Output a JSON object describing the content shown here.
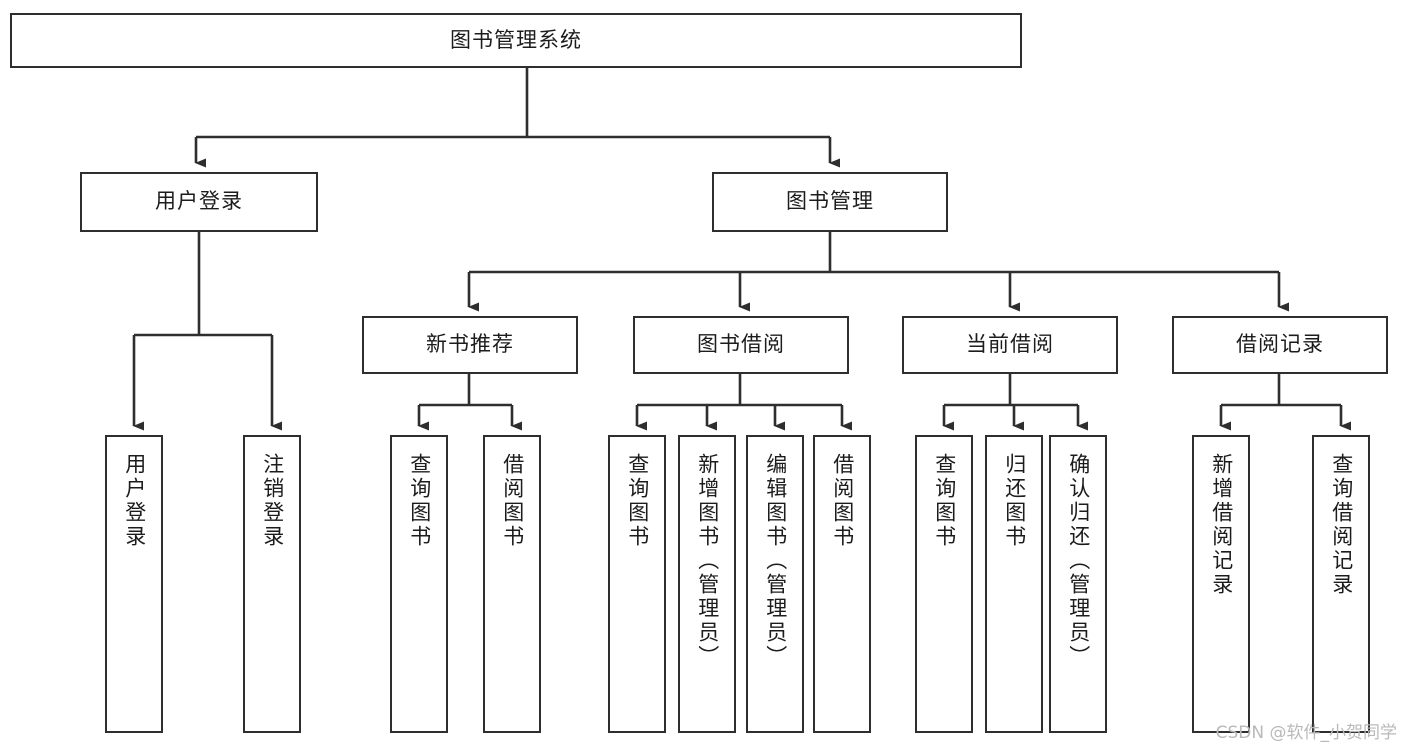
{
  "diagram": {
    "type": "tree",
    "title": "图书管理系统",
    "watermark": "CSDN @软件_小贺同学",
    "colors": {
      "stroke": "#2e2e2e",
      "fill": "#ffffff",
      "text": "#1c1c1c",
      "watermark": "#b9b9b9"
    },
    "root": {
      "label": "图书管理系统"
    },
    "level2": [
      {
        "label": "用户登录"
      },
      {
        "label": "图书管理"
      }
    ],
    "level3": [
      {
        "label": "新书推荐"
      },
      {
        "label": "图书借阅"
      },
      {
        "label": "当前借阅"
      },
      {
        "label": "借阅记录"
      }
    ],
    "leaves": {
      "user_login": [
        {
          "label": "用户登录"
        },
        {
          "label": "注销登录"
        }
      ],
      "new_book_recommend": [
        {
          "label": "查询图书"
        },
        {
          "label": "借阅图书"
        }
      ],
      "book_borrow": [
        {
          "label": "查询图书"
        },
        {
          "label": "新增图书（管理员）"
        },
        {
          "label": "编辑图书（管理员）"
        },
        {
          "label": "借阅图书"
        }
      ],
      "current_borrow": [
        {
          "label": "查询图书"
        },
        {
          "label": "归还图书"
        },
        {
          "label": "确认归还（管理员）"
        }
      ],
      "borrow_record": [
        {
          "label": "新增借阅记录"
        },
        {
          "label": "查询借阅记录"
        }
      ]
    }
  }
}
